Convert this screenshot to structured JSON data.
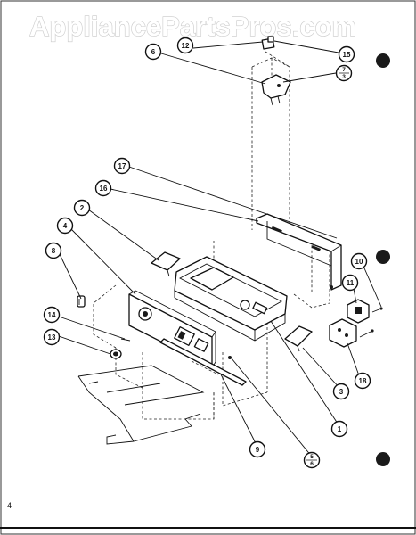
{
  "watermark": "AppliancePartsPros.com",
  "page_number": "4",
  "callouts": [
    {
      "id": "12",
      "label": "12"
    },
    {
      "id": "15",
      "label": "15"
    },
    {
      "id": "6",
      "label": "6"
    },
    {
      "id": "7-3",
      "num": "7",
      "den": "3"
    },
    {
      "id": "17",
      "label": "17"
    },
    {
      "id": "16",
      "label": "16"
    },
    {
      "id": "2",
      "label": "2"
    },
    {
      "id": "4",
      "label": "4"
    },
    {
      "id": "8",
      "label": "8"
    },
    {
      "id": "14",
      "label": "14"
    },
    {
      "id": "13",
      "label": "13"
    },
    {
      "id": "10",
      "label": "10"
    },
    {
      "id": "11",
      "label": "11"
    },
    {
      "id": "18",
      "label": "18"
    },
    {
      "id": "3",
      "label": "3"
    },
    {
      "id": "1",
      "label": "1"
    },
    {
      "id": "5-6",
      "num": "5",
      "den": "6"
    },
    {
      "id": "9",
      "label": "9"
    }
  ]
}
